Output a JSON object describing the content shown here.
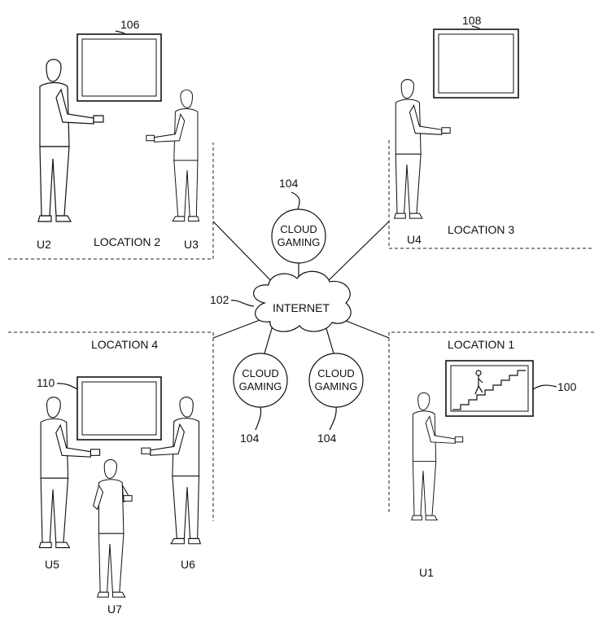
{
  "locations": {
    "loc1": "LOCATION 1",
    "loc2": "LOCATION 2",
    "loc3": "LOCATION 3",
    "loc4": "LOCATION 4"
  },
  "users": {
    "u1": "U1",
    "u2": "U2",
    "u3": "U3",
    "u4": "U4",
    "u5": "U5",
    "u6": "U6",
    "u7": "U7"
  },
  "displays": {
    "d100": "100",
    "d106": "106",
    "d108": "108",
    "d110": "110"
  },
  "network": {
    "internet_label": "INTERNET",
    "internet_ref": "102",
    "cloud_gaming_line1": "CLOUD",
    "cloud_gaming_line2": "GAMING",
    "cloud_gaming_ref": "104"
  }
}
